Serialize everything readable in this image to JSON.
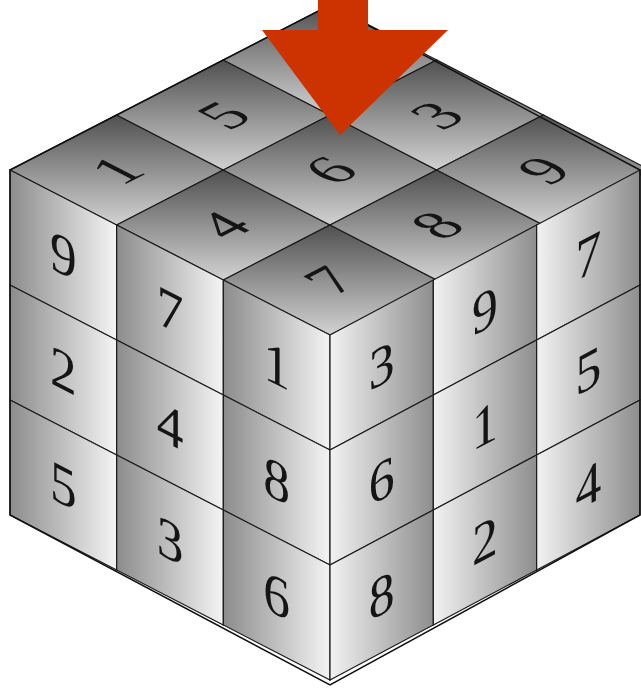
{
  "diagram": {
    "labels": [
      "1",
      "5",
      "4",
      "6",
      "3",
      "7",
      "8",
      "9",
      "9",
      "7",
      "1",
      "2",
      "4",
      "8",
      "5",
      "3",
      "6",
      "3",
      "9",
      "7",
      "6",
      "1",
      "5",
      "8",
      "2",
      "4"
    ]
  }
}
